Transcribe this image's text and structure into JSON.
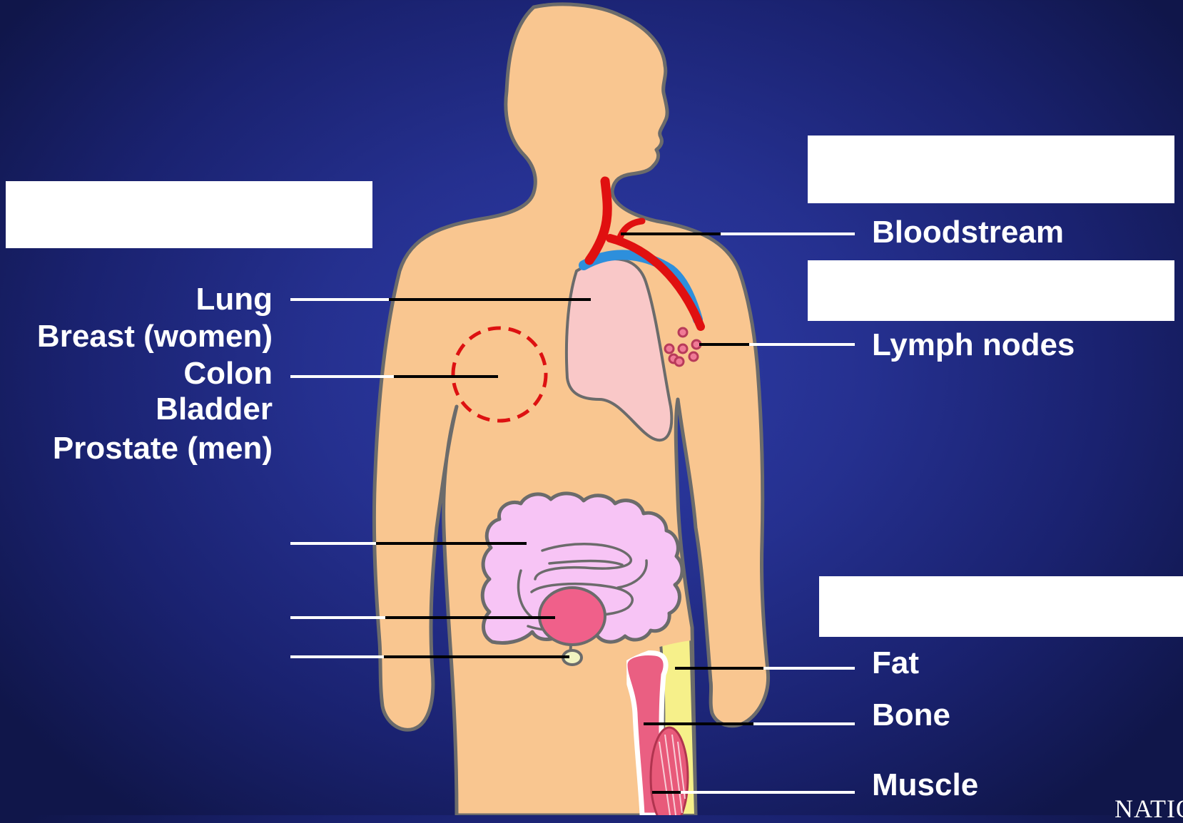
{
  "left_labels": [
    "Lung",
    "Breast (women)",
    "Colon",
    "Bladder",
    "Prostate (men)"
  ],
  "right_labels": {
    "bloodstream": "Bloodstream",
    "lymph_nodes": "Lymph nodes",
    "fat": "Fat",
    "bone": "Bone",
    "muscle": "Muscle"
  },
  "logo_text": "NATIO",
  "colors": {
    "background": "#25308f",
    "skin": "#f9c690",
    "outline": "#6b6b6b",
    "lung": "#f9c8c8",
    "intestine": "#f7c4f5",
    "bladder": "#f0608a",
    "vessel_red": "#e01010",
    "vessel_blue": "#2d8fdc",
    "tumor_circle": "#dd1111",
    "fat": "#f6f08a",
    "bone": "#ea5f82",
    "label_text": "#ffffff"
  }
}
